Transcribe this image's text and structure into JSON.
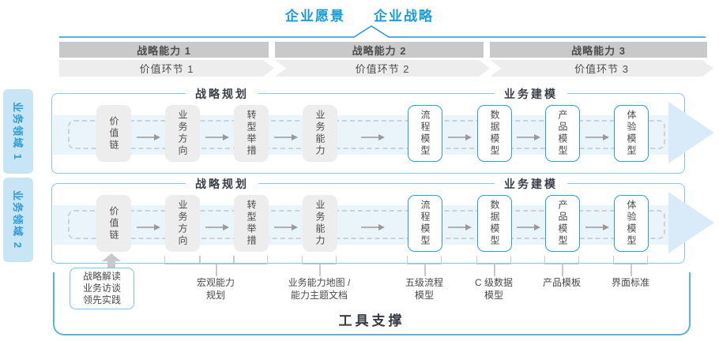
{
  "header": {
    "vision": "企业愿景",
    "strategy": "企业战略"
  },
  "strategic_capabilities": [
    "战略能力 1",
    "战略能力 2",
    "战略能力 3"
  ],
  "value_links": [
    "价值环节 1",
    "价值环节 2",
    "价值环节 3"
  ],
  "business_domains": [
    "业务领域 1",
    "业务领域 2"
  ],
  "row": {
    "planning_header": "战略规划",
    "modeling_header": "业务建模",
    "boxes": [
      {
        "label": "价值链",
        "style": "gray"
      },
      {
        "label": "业务方向",
        "style": "gray"
      },
      {
        "label": "转型举措",
        "style": "gray"
      },
      {
        "label": "业务能力",
        "style": "gray"
      },
      {
        "label": "流程模型",
        "style": "outline"
      },
      {
        "label": "数据模型",
        "style": "outline"
      },
      {
        "label": "产品模型",
        "style": "outline"
      },
      {
        "label": "体验模型",
        "style": "outline"
      }
    ]
  },
  "annotations": {
    "practice_box_lines": [
      "战略解读",
      "业务访谈",
      "领先实践"
    ],
    "labels": [
      {
        "lines": [
          "宏观能力",
          "规划"
        ]
      },
      {
        "lines": [
          "业务能力地图 /",
          "能力主题文档"
        ]
      },
      {
        "lines": [
          "五级流程",
          "模型"
        ]
      },
      {
        "lines": [
          "C 级数据",
          "模型"
        ]
      },
      {
        "lines": [
          "产品模板"
        ]
      },
      {
        "lines": [
          "界面标准"
        ]
      }
    ]
  },
  "footer_label": "工具支撑",
  "colors": {
    "accent_blue": "#189cd8",
    "domain_fill": "#c7e5f4",
    "domain_text": "#2d9bd3",
    "row_border": "#8ac7e5",
    "band_fill": "#e9f4fb",
    "big_arrow_fill": "#d9ebf8",
    "capability_bar_gray": "#c9c9c9",
    "value_link_gray": "#ededed",
    "gray_box_fill": "#ededed",
    "outline_box_border": "#2b9fd6",
    "connector_gray": "#c9c9c9",
    "dark_text": "#3a3e47"
  }
}
